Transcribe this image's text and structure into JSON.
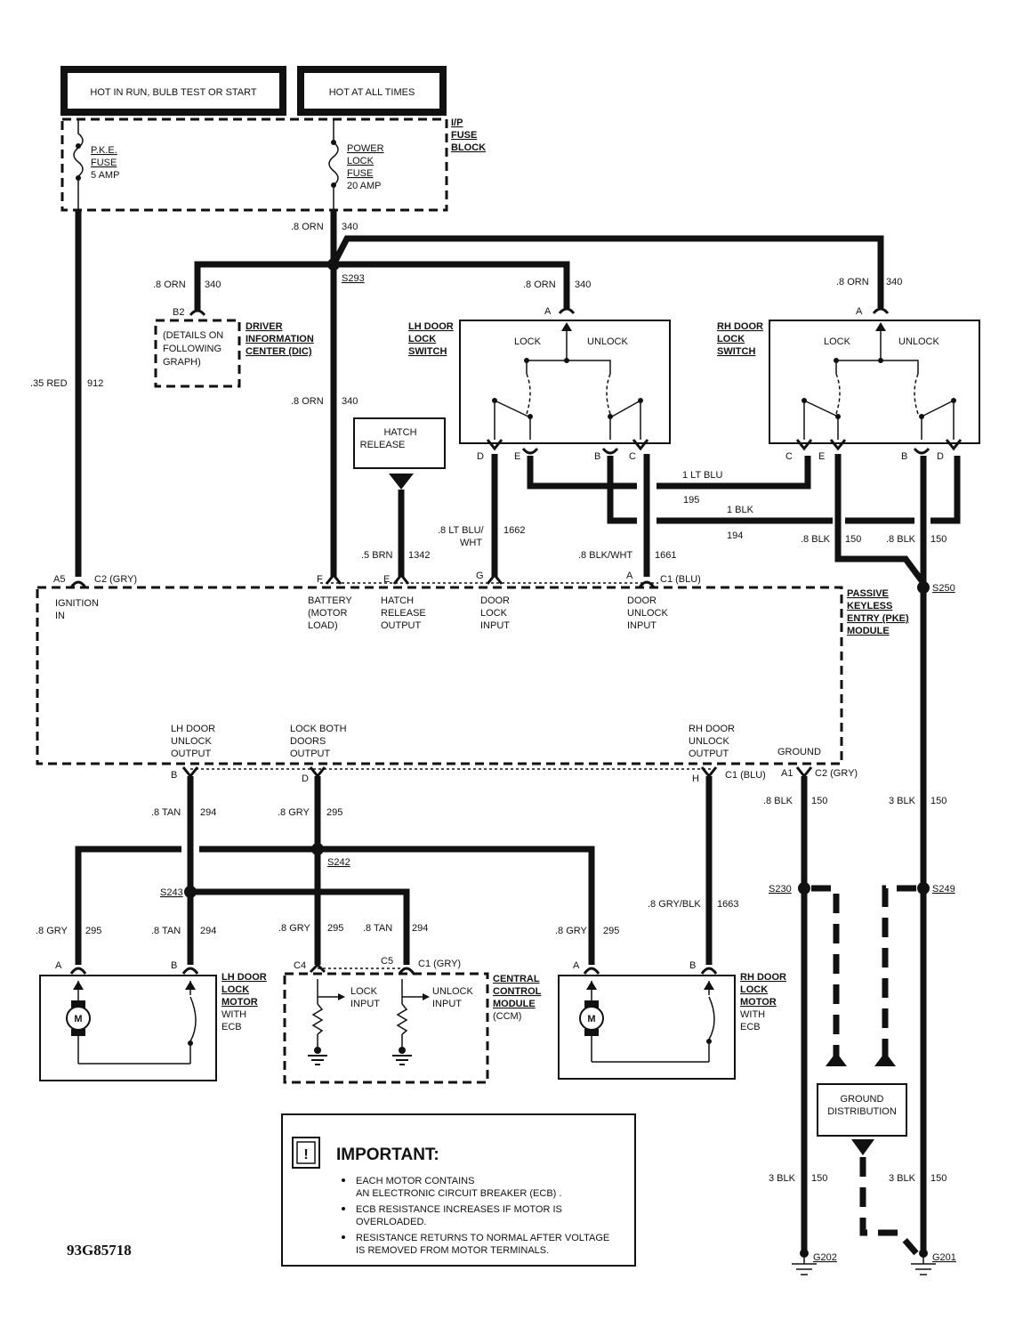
{
  "boxes": {
    "hot_run": "HOT IN RUN, BULB TEST OR START",
    "hot_all": "HOT AT ALL TIMES",
    "hatch": [
      "HATCH",
      "RELEASE"
    ],
    "ground_dist": [
      "GROUND",
      "DISTRIBUTION"
    ]
  },
  "fuse_block": {
    "label": [
      "I/P",
      "FUSE",
      "BLOCK"
    ],
    "pke_fuse": [
      "P.K.E.",
      "FUSE",
      "5 AMP"
    ],
    "lock_fuse": [
      "POWER",
      "LOCK",
      "FUSE",
      "20 AMP"
    ]
  },
  "dic": {
    "details": [
      "(DETAILS ON",
      "FOLLOWING",
      "GRAPH)"
    ],
    "label": [
      "DRIVER",
      "INFORMATION",
      "CENTER (DIC)"
    ],
    "pin": "B2"
  },
  "switches": {
    "lh": [
      "LH DOOR",
      "LOCK",
      "SWITCH"
    ],
    "rh": [
      "RH DOOR",
      "LOCK",
      "SWITCH"
    ],
    "lock": "LOCK",
    "unlock": "UNLOCK"
  },
  "pke": {
    "label": [
      "PASSIVE",
      "KEYLESS",
      "ENTRY (PKE)",
      "MODULE"
    ],
    "ignition": [
      "IGNITION",
      "IN"
    ],
    "battery": [
      "BATTERY",
      "(MOTOR",
      "LOAD)"
    ],
    "hatch_out": [
      "HATCH",
      "RELEASE",
      "OUTPUT"
    ],
    "door_lock": [
      "DOOR",
      "LOCK",
      "INPUT"
    ],
    "door_unlock": [
      "DOOR",
      "UNLOCK",
      "INPUT"
    ],
    "lh_out": [
      "LH DOOR",
      "UNLOCK",
      "OUTPUT"
    ],
    "lock_both": [
      "LOCK BOTH",
      "DOORS",
      "OUTPUT"
    ],
    "rh_out": [
      "RH DOOR",
      "UNLOCK",
      "OUTPUT"
    ],
    "ground": "GROUND"
  },
  "connectors": {
    "c2_gry": "C2 (GRY)",
    "c1_blu": "C1 (BLU)",
    "c1_gry": "C1 (GRY)"
  },
  "splices": [
    "S293",
    "S250",
    "S242",
    "S243",
    "S230",
    "S249"
  ],
  "grounds": [
    "G202",
    "G201"
  ],
  "wires": {
    "w912": [
      ".35 RED",
      "912"
    ],
    "w340": [
      ".8 ORN",
      "340"
    ],
    "w1342": [
      ".5 BRN",
      "1342"
    ],
    "w1662": [
      ".8 LT BLU/",
      "WHT",
      "1662"
    ],
    "w1661": [
      ".8 BLK/WHT",
      "1661"
    ],
    "w195": [
      "1 LT BLU",
      "195"
    ],
    "w194": [
      "1 BLK",
      "194"
    ],
    "w150a": [
      ".8 BLK",
      "150"
    ],
    "w150b": [
      "3 BLK",
      "150"
    ],
    "w294": [
      ".8 TAN",
      "294"
    ],
    "w295": [
      ".8 GRY",
      "295"
    ],
    "w1663": [
      ".8 GRY/BLK",
      "1663"
    ]
  },
  "motors": {
    "lh": [
      "LH DOOR",
      "LOCK",
      "MOTOR",
      "WITH",
      "ECB"
    ],
    "rh": [
      "RH DOOR",
      "LOCK",
      "MOTOR",
      "WITH",
      "ECB"
    ],
    "m": "M"
  },
  "ccm": {
    "label": [
      "CENTRAL",
      "CONTROL",
      "MODULE",
      "(CCM)"
    ],
    "lock_in": [
      "LOCK",
      "INPUT"
    ],
    "unlock_in": [
      "UNLOCK",
      "INPUT"
    ]
  },
  "important": {
    "title": "IMPORTANT:",
    "notes": [
      [
        "EACH MOTOR CONTAINS",
        "AN ELECTRONIC CIRCUIT BREAKER (ECB) ."
      ],
      [
        "ECB RESISTANCE INCREASES IF MOTOR IS",
        "OVERLOADED."
      ],
      [
        "RESISTANCE RETURNS TO NORMAL AFTER VOLTAGE",
        "IS REMOVED FROM MOTOR TERMINALS."
      ]
    ]
  },
  "diagram_id": "93G85718"
}
